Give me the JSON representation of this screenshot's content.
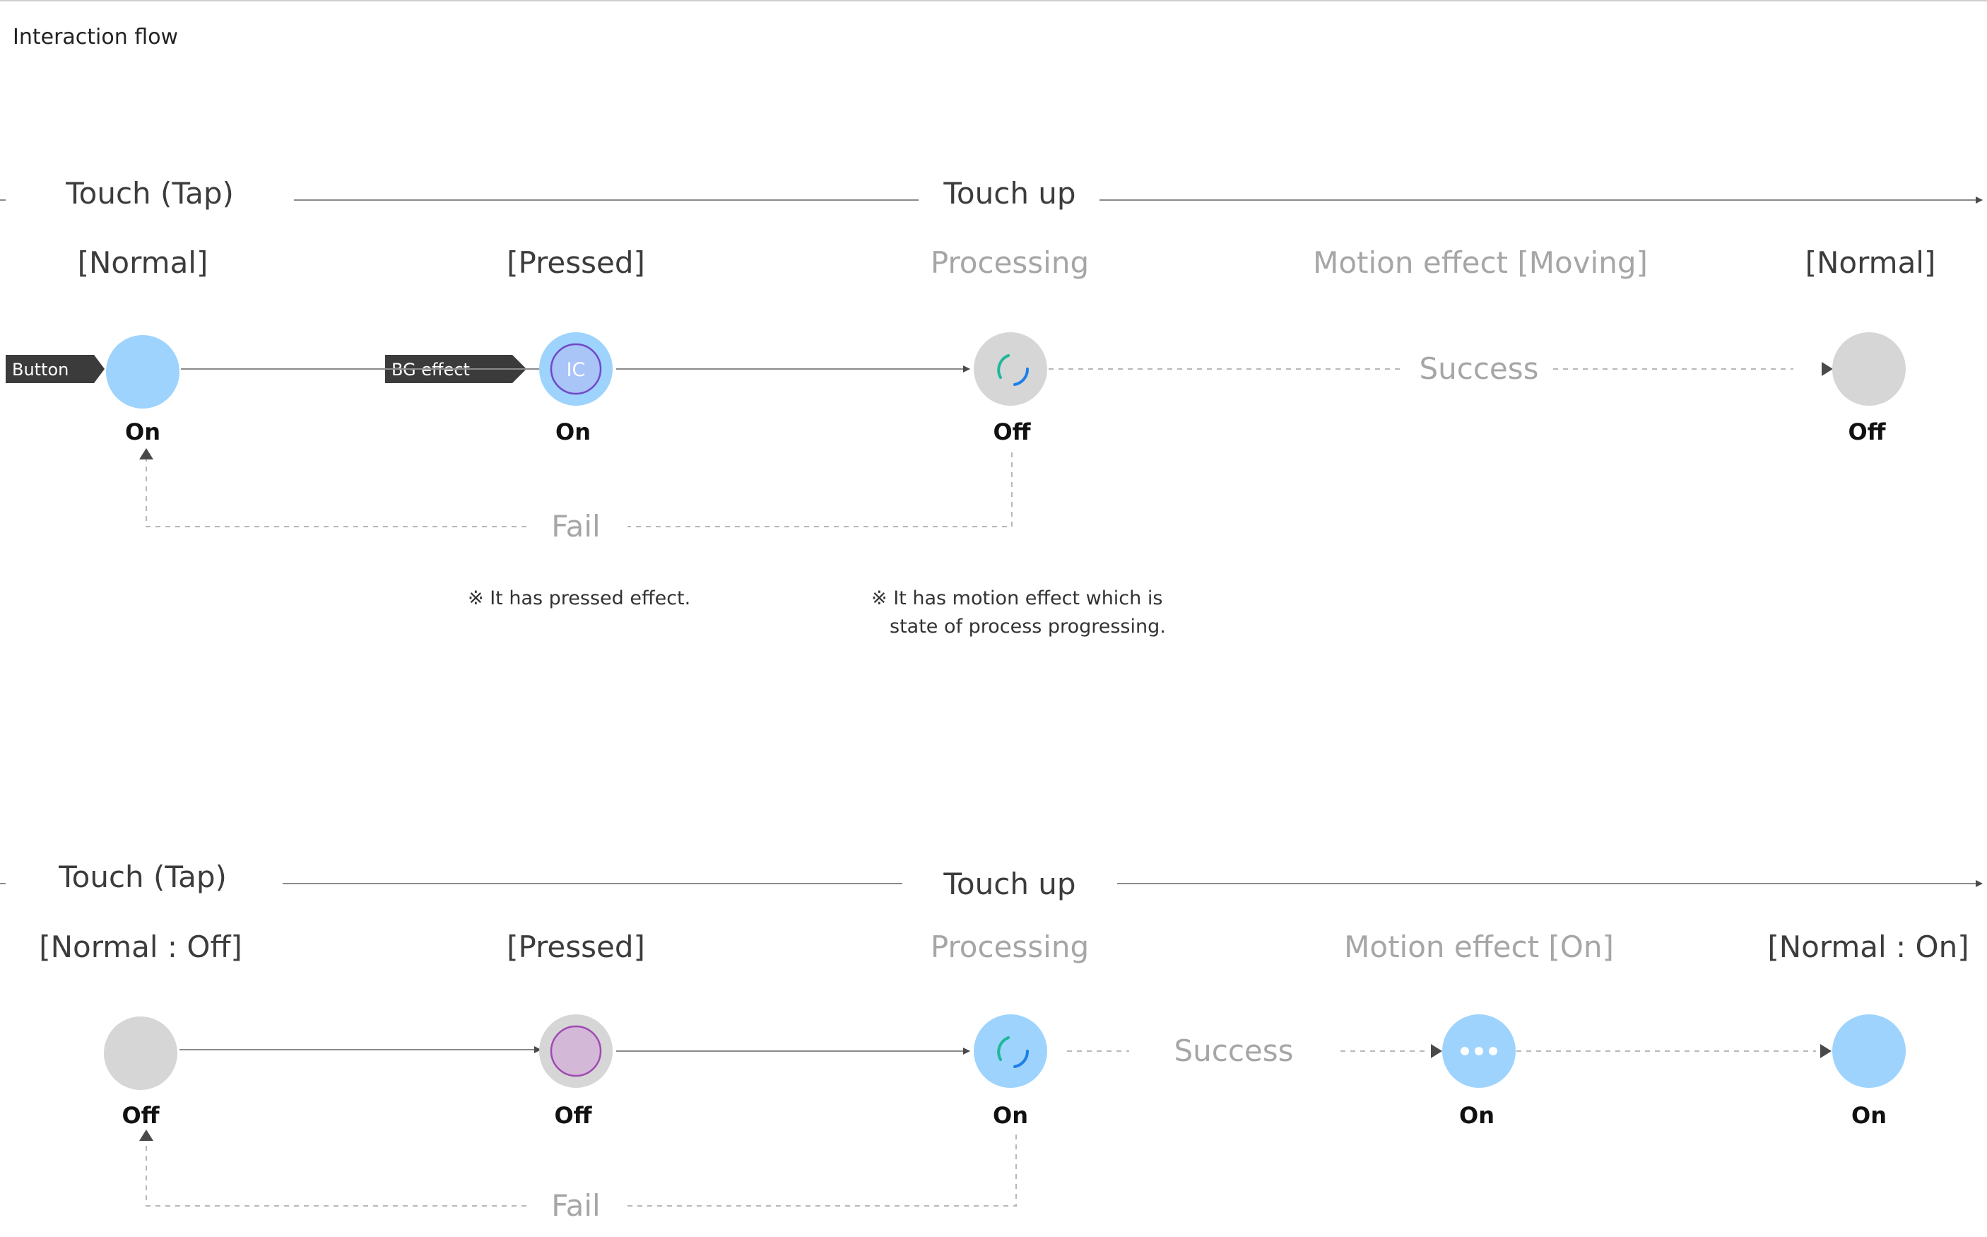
{
  "header": {
    "title": "Interaction flow"
  },
  "colors": {
    "blue": "#9dd3fd",
    "gray": "#d6d6d6",
    "ic_fill": "#a9c4f7",
    "ic_stroke": "#7048c8",
    "purple_fill": "#d4b8d8",
    "purple_stroke": "#a04ab2",
    "line": "#8a8a8a",
    "arrow": "#4a4a4a",
    "dash": "#b8b8b8",
    "label_dark": "#3c3c3c",
    "label_light": "#a6a6a6",
    "tag_bg": "#3b3b3b",
    "spinner_green": "#1fb89a",
    "spinner_blue": "#1e7fe8"
  },
  "flow1": {
    "touch_tap": "Touch (Tap)",
    "touch_up": "Touch up",
    "states": {
      "normal": "[Normal]",
      "pressed": "[Pressed]",
      "processing": "Processing",
      "motion": "Motion effect [Moving]",
      "normal_end": "[Normal]"
    },
    "tags": {
      "button": "Button",
      "bg_effect": "BG effect"
    },
    "icon_label": "IC",
    "values": {
      "v1": "On",
      "v2": "On",
      "v3": "Off",
      "v4": "Off"
    },
    "success": "Success",
    "fail": "Fail",
    "notes": {
      "pressed": "※ It has pressed effect.",
      "motion_line1": "※ It has motion effect which is",
      "motion_line2": "state of process progressing."
    }
  },
  "flow2": {
    "touch_tap": "Touch (Tap)",
    "touch_up": "Touch up",
    "states": {
      "normal": "[Normal : Off]",
      "pressed": "[Pressed]",
      "processing": "Processing",
      "motion": "Motion effect [On]",
      "normal_end": "[Normal : On]"
    },
    "values": {
      "v1": "Off",
      "v2": "Off",
      "v3": "On",
      "v4": "On",
      "v5": "On"
    },
    "success": "Success",
    "fail": "Fail"
  }
}
